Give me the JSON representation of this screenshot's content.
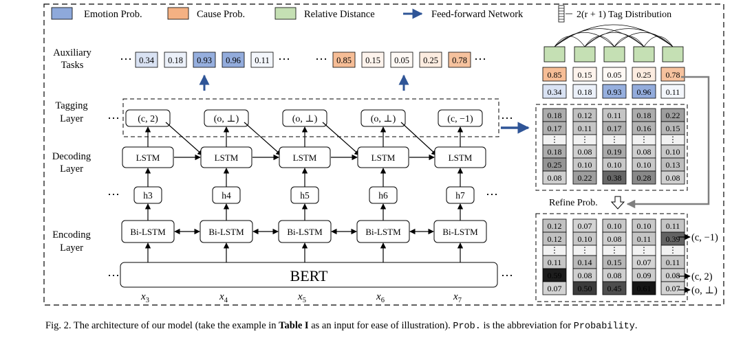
{
  "legend": {
    "emotion": "Emotion Prob.",
    "cause": "Cause Prob.",
    "distance": "Relative Distance",
    "ffn": "Feed-forward Network",
    "tag_dist": "2(r + 1) Tag Distribution"
  },
  "colors": {
    "emotion": "#8ea9db",
    "cause": "#f4b183",
    "distance": "#c5e0b4",
    "arrow": "#2f5597",
    "dark": "#404040"
  },
  "layers": {
    "auxiliary": [
      "Auxiliary",
      "Tasks"
    ],
    "tagging": [
      "Tagging",
      "Layer"
    ],
    "decoding": [
      "Decoding",
      "Layer"
    ],
    "encoding": [
      "Encoding",
      "Layer"
    ]
  },
  "emotion_probs": [
    "0.34",
    "0.18",
    "0.93",
    "0.96",
    "0.11"
  ],
  "cause_probs": [
    "0.85",
    "0.15",
    "0.05",
    "0.25",
    "0.78"
  ],
  "tags": [
    "(c, 2)",
    "(o, ⊥)",
    "(o, ⊥)",
    "(o, ⊥)",
    "(c, −1)"
  ],
  "lstm": "LSTM",
  "hidden": [
    "h3",
    "h4",
    "h5",
    "h6",
    "h7"
  ],
  "bilstm": "Bi-LSTM",
  "bert": "BERT",
  "tokens": [
    {
      "base": "x",
      "sub": "3"
    },
    {
      "base": "x",
      "sub": "4"
    },
    {
      "base": "x",
      "sub": "5"
    },
    {
      "base": "x",
      "sub": "6"
    },
    {
      "base": "x",
      "sub": "7"
    }
  ],
  "tag_matrix": [
    [
      "0.18",
      "0.17",
      "⋮",
      "0.18",
      "0.25",
      "0.08"
    ],
    [
      "0.12",
      "0.11",
      "⋮",
      "0.08",
      "0.10",
      "0.22"
    ],
    [
      "0.11",
      "0.17",
      "⋮",
      "0.19",
      "0.10",
      "0.38"
    ],
    [
      "0.18",
      "0.16",
      "⋮",
      "0.08",
      "0.10",
      "0.28"
    ],
    [
      "0.22",
      "0.15",
      "⋮",
      "0.10",
      "0.13",
      "0.08"
    ]
  ],
  "refined_matrix": [
    [
      "0.12",
      "0.12",
      "⋮",
      "0.11",
      "0.59",
      "0.07"
    ],
    [
      "0.07",
      "0.10",
      "⋮",
      "0.14",
      "0.08",
      "0.50"
    ],
    [
      "0.10",
      "0.08",
      "⋮",
      "0.15",
      "0.08",
      "0.45"
    ],
    [
      "0.10",
      "0.11",
      "⋮",
      "0.07",
      "0.09",
      "0.61"
    ],
    [
      "0.11",
      "0.39",
      "⋮",
      "0.11",
      "0.08",
      "0.07"
    ]
  ],
  "refine_label": "Refine Prob.",
  "outputs": [
    "(c, −1)",
    "(c, 2)",
    "(o, ⊥)"
  ],
  "ellipsis": "⋯",
  "caption": {
    "prefix": "Fig. 2.  The architecture of our model (take the example in ",
    "bold": "Table I",
    "mid1": " as an input for ease of illustration). ",
    "mono1": "Prob.",
    "mid2": " is the abbreviation for ",
    "mono2": "Probability",
    "end": "."
  }
}
